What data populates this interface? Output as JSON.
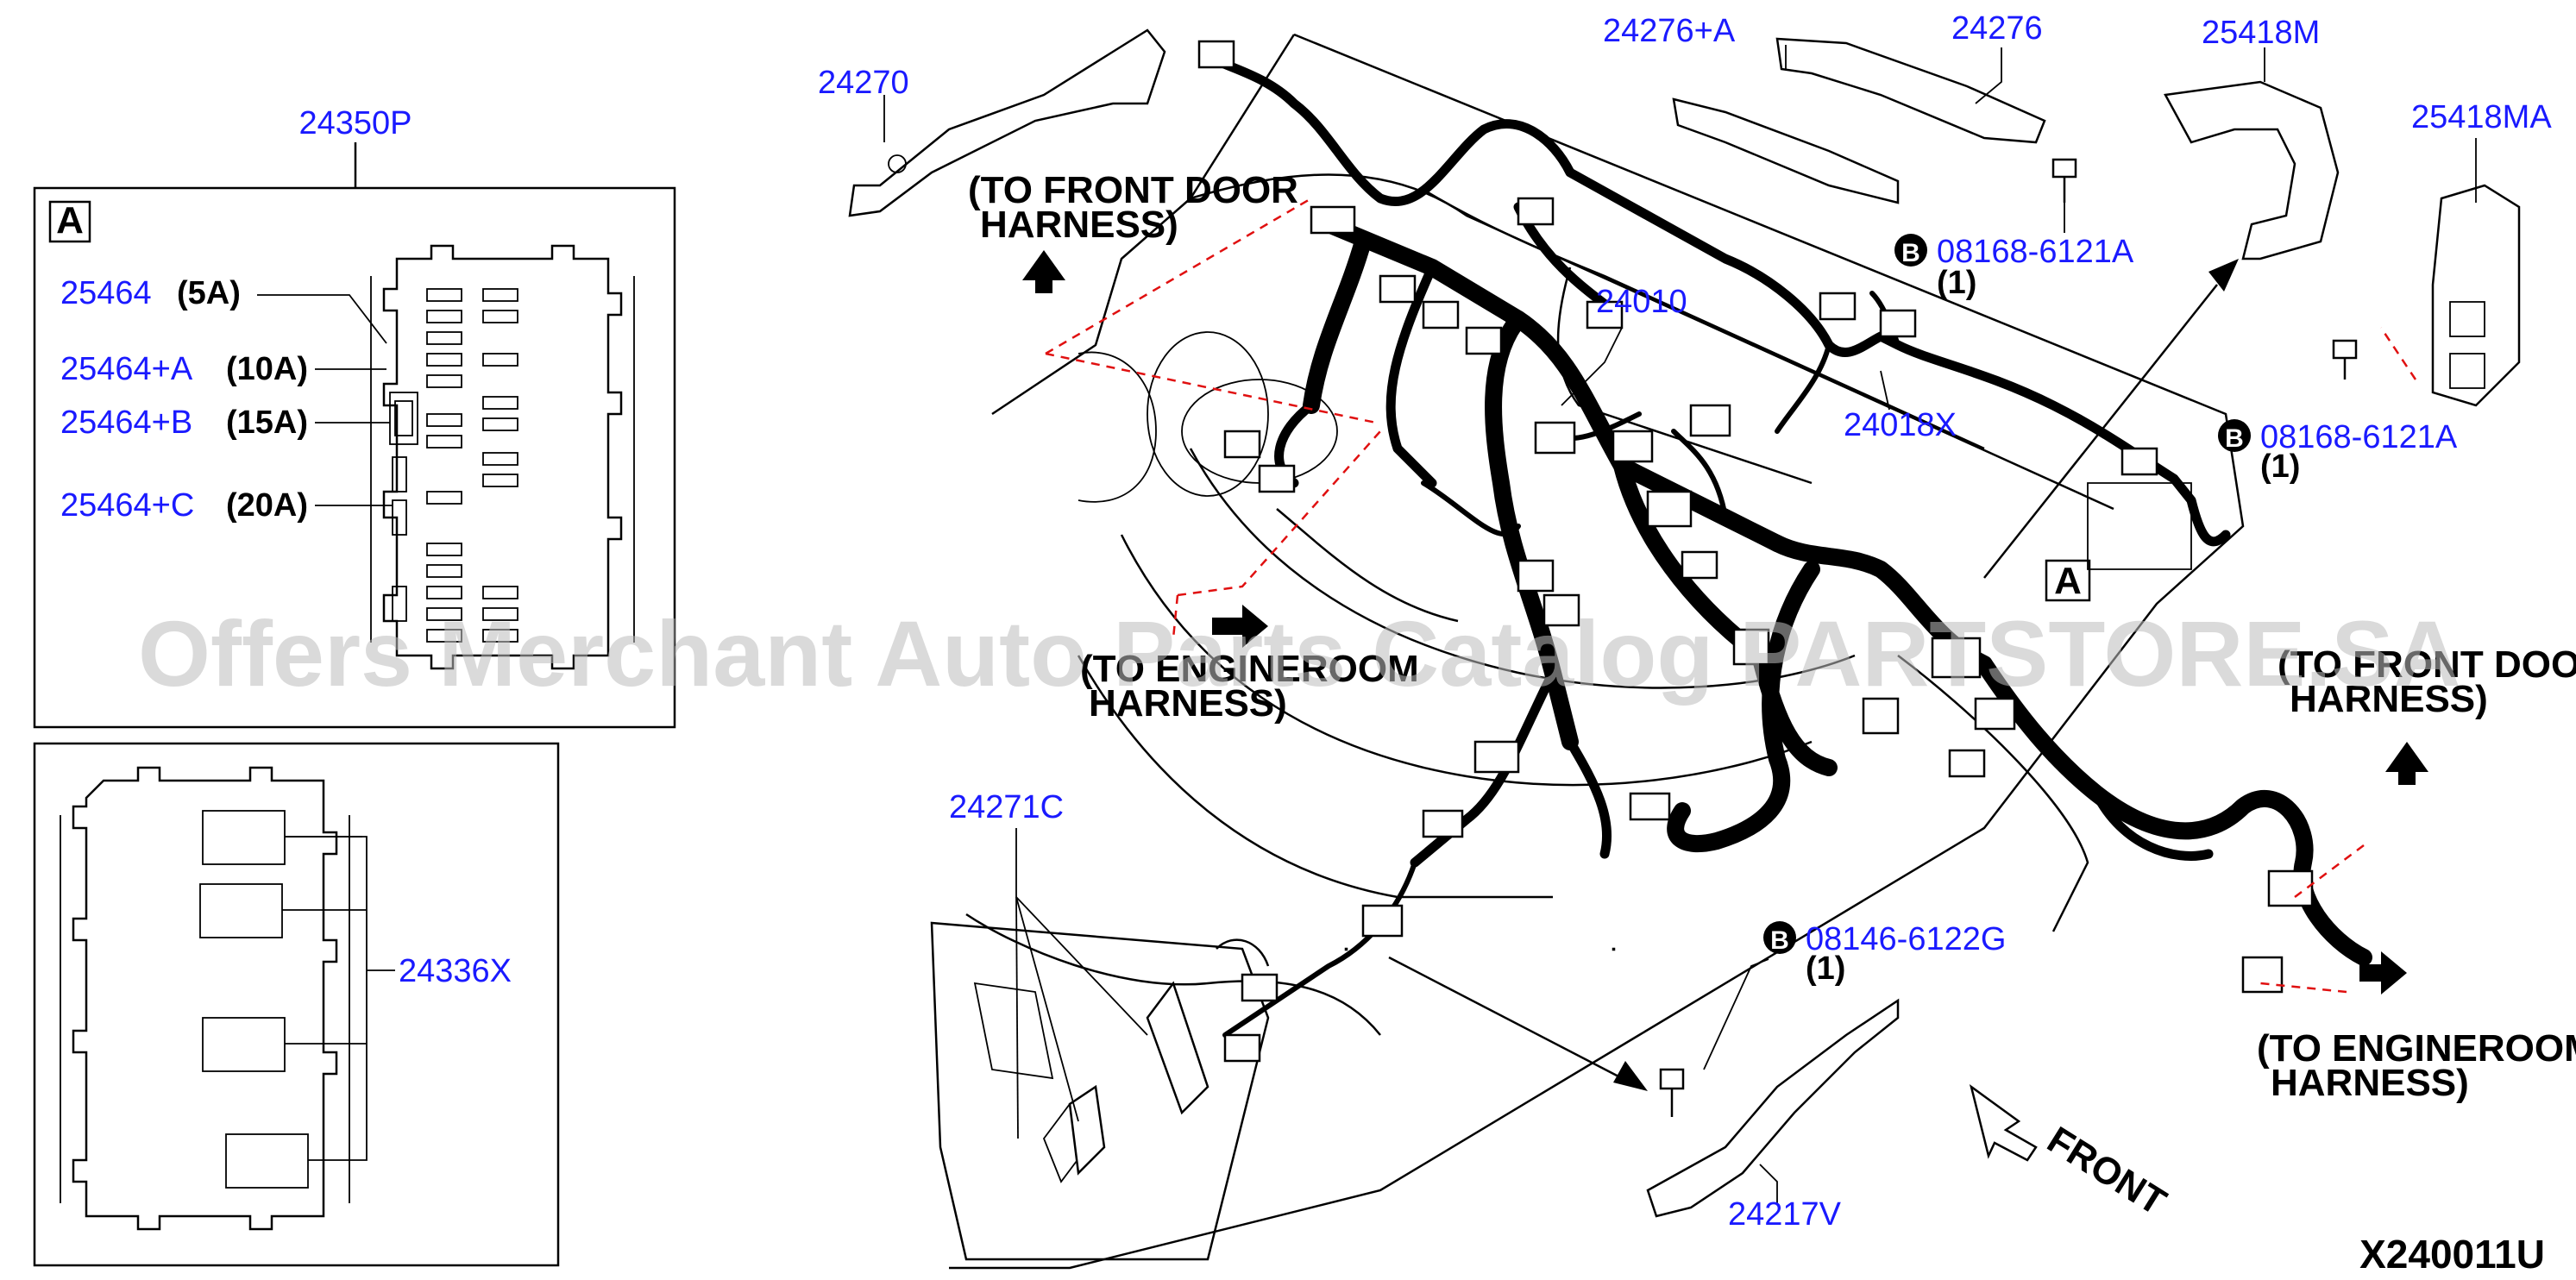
{
  "inset_a": {
    "box_letter": "A",
    "main_part": "24350P",
    "fuses": [
      {
        "part": "25464",
        "rating": "(5A)"
      },
      {
        "part": "25464+A",
        "rating": "(10A)"
      },
      {
        "part": "25464+B",
        "rating": "(15A)"
      },
      {
        "part": "25464+C",
        "rating": "(20A)"
      }
    ]
  },
  "inset_relay": {
    "part": "24336X"
  },
  "parts": {
    "p24270": "24270",
    "p24276a": "24276+A",
    "p24276": "24276",
    "p25418m": "25418M",
    "p25418ma": "25418MA",
    "p24010": "24010",
    "p24018x": "24018X",
    "p24271c": "24271C",
    "p24217v": "24217V"
  },
  "bolts": [
    {
      "letter": "B",
      "part": "08168-6121A",
      "qty": "(1)"
    },
    {
      "letter": "B",
      "part": "08168-6121A",
      "qty": "(1)"
    },
    {
      "letter": "B",
      "part": "08146-6122G",
      "qty": "(1)"
    }
  ],
  "callouts": {
    "to_front_door_left_1": "(TO FRONT DOOR",
    "to_front_door_left_2": "HARNESS)",
    "to_engineroom_mid_1": "(TO ENGINEROOM",
    "to_engineroom_mid_2": "HARNESS)",
    "to_front_door_right_1": "(TO FRONT DOOR",
    "to_front_door_right_2": "HARNESS)",
    "to_engineroom_right_1": "(TO ENGINEROOM",
    "to_engineroom_right_2": "HARNESS)",
    "front": "FRONT",
    "marker_a": "A"
  },
  "figure_code": "X240011U",
  "watermark": "Offers Merchant Auto Parts Catalog PARTSTORE.SA"
}
